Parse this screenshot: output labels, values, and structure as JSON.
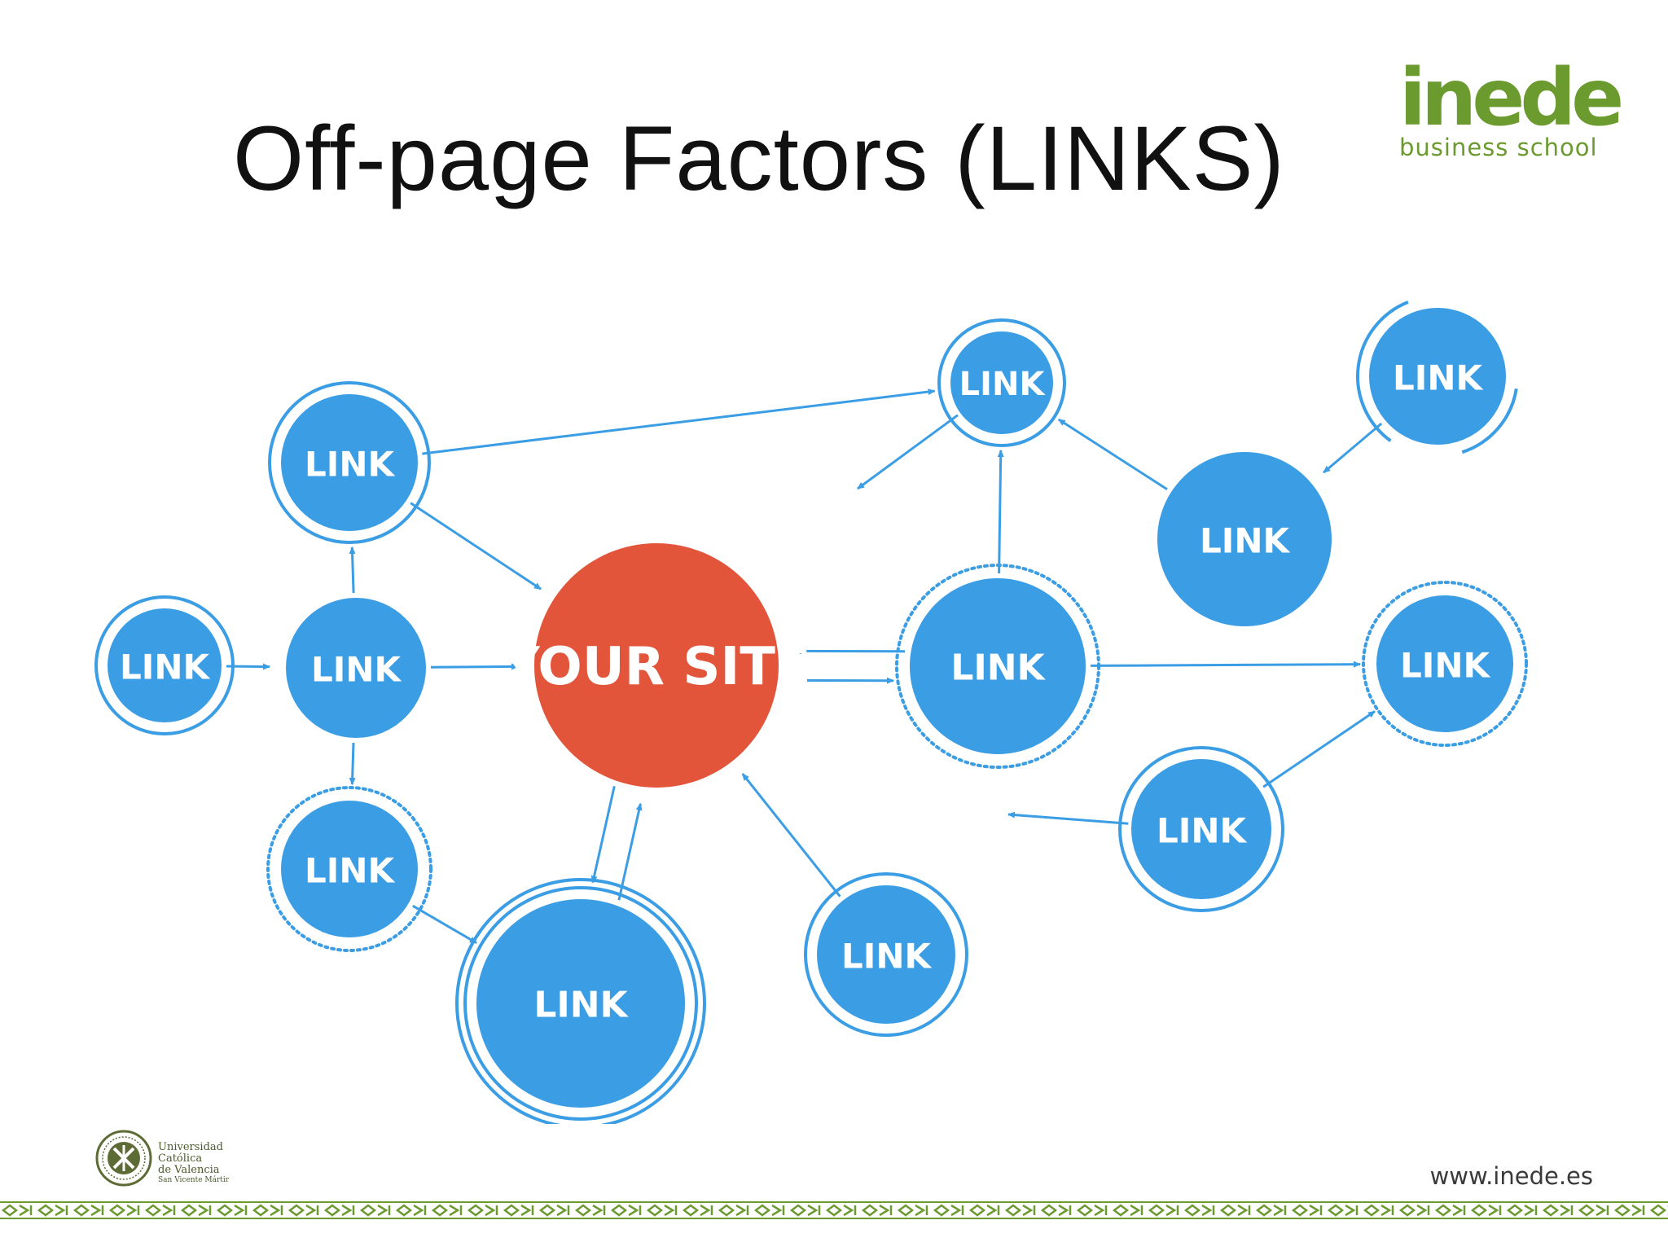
{
  "slide": {
    "title": "Off-page Factors (LINKS)",
    "website": "www.inede.es"
  },
  "brand": {
    "word": "inede",
    "subtitle": "business school",
    "color": "#6b9a2f"
  },
  "university": {
    "lines": [
      "Universidad",
      "Católica",
      "de Valencia",
      "San Vicente Mártir"
    ]
  },
  "colors": {
    "node_blue": "#3b9de4",
    "node_orange": "#e2553a",
    "edge": "#3b9de4"
  },
  "diagram": {
    "nodes": [
      {
        "id": "your-site",
        "label": "YOUR SITE",
        "kind": "center",
        "ring": "none"
      },
      {
        "id": "link-upper-left",
        "label": "LINK",
        "ring": "solid"
      },
      {
        "id": "link-left-outer",
        "label": "LINK",
        "ring": "solid"
      },
      {
        "id": "link-left-hub",
        "label": "LINK",
        "ring": "none"
      },
      {
        "id": "link-lower-left",
        "label": "LINK",
        "ring": "dotted"
      },
      {
        "id": "link-bottom-large",
        "label": "LINK",
        "ring": "double"
      },
      {
        "id": "link-bottom-center",
        "label": "LINK",
        "ring": "solid"
      },
      {
        "id": "link-top-center",
        "label": "LINK",
        "ring": "solid"
      },
      {
        "id": "link-top-right",
        "label": "LINK",
        "ring": "arc"
      },
      {
        "id": "link-right-middle",
        "label": "LINK",
        "ring": "none"
      },
      {
        "id": "link-right-hub",
        "label": "LINK",
        "ring": "dotted"
      },
      {
        "id": "link-far-right",
        "label": "LINK",
        "ring": "dotted"
      },
      {
        "id": "link-lower-right",
        "label": "LINK",
        "ring": "solid"
      }
    ],
    "edges": [
      {
        "from": "link-upper-left",
        "to": "link-top-center"
      },
      {
        "from": "link-upper-left",
        "to": "your-site"
      },
      {
        "from": "link-left-outer",
        "to": "link-left-hub"
      },
      {
        "from": "link-left-hub",
        "to": "your-site"
      },
      {
        "from": "link-left-hub",
        "to": "link-upper-left"
      },
      {
        "from": "link-left-hub",
        "to": "link-lower-left"
      },
      {
        "from": "link-lower-left",
        "to": "link-bottom-large"
      },
      {
        "from": "your-site",
        "to": "link-bottom-large"
      },
      {
        "from": "link-bottom-large",
        "to": "your-site"
      },
      {
        "from": "link-bottom-center",
        "to": "your-site"
      },
      {
        "from": "your-site",
        "to": "link-right-hub"
      },
      {
        "from": "link-right-hub",
        "to": "your-site"
      },
      {
        "from": "link-right-hub",
        "to": "link-top-center"
      },
      {
        "from": "link-right-hub",
        "to": "link-far-right"
      },
      {
        "from": "link-top-center",
        "to": "open"
      },
      {
        "from": "link-right-middle",
        "to": "link-top-center"
      },
      {
        "from": "link-top-right",
        "to": "link-right-middle"
      },
      {
        "from": "link-lower-right",
        "to": "link-far-right"
      },
      {
        "from": "link-lower-right",
        "to": "open"
      }
    ]
  }
}
